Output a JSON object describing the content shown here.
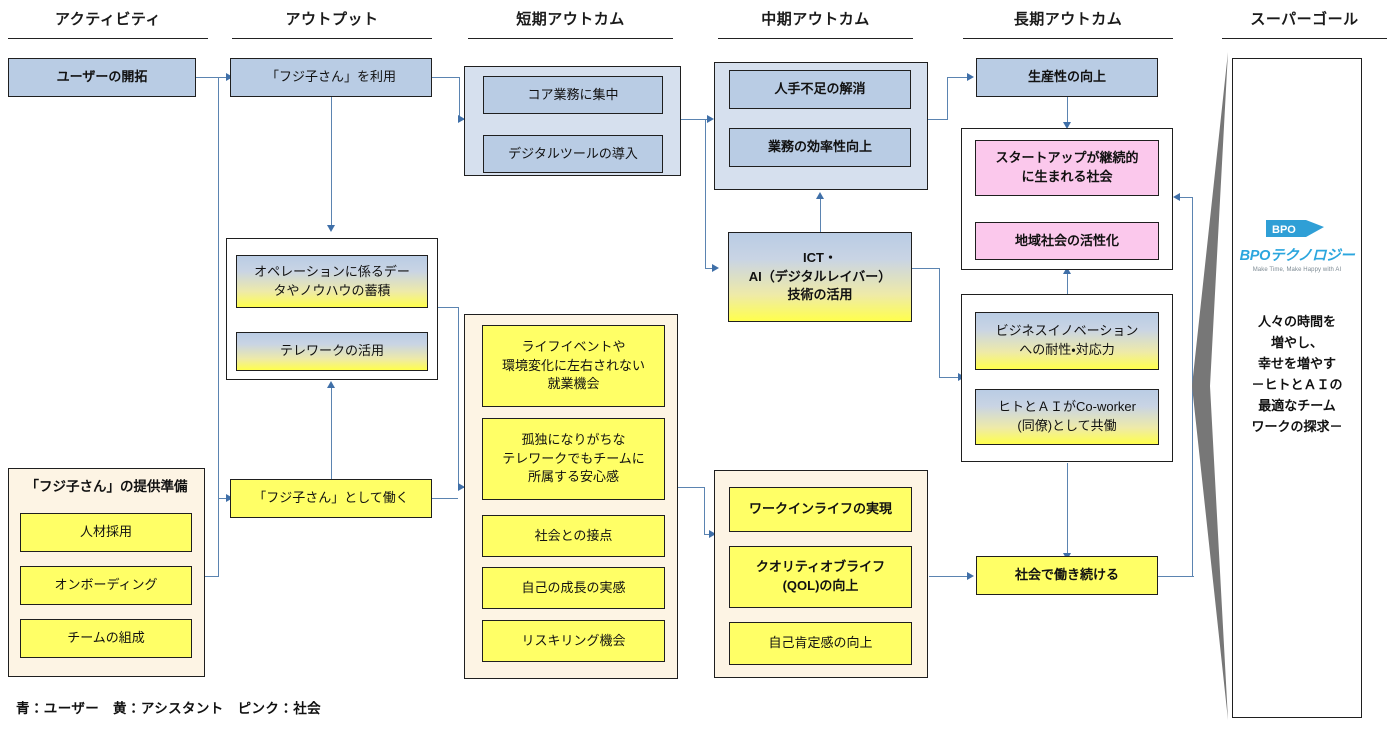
{
  "columns": [
    {
      "id": "activity",
      "label": "アクティビティ"
    },
    {
      "id": "output",
      "label": "アウトプット"
    },
    {
      "id": "short",
      "label": "短期アウトカム"
    },
    {
      "id": "mid",
      "label": "中期アウトカム"
    },
    {
      "id": "long",
      "label": "長期アウトカム"
    },
    {
      "id": "super",
      "label": "スーパーゴール"
    }
  ],
  "nodes": {
    "user_acquisition": "ユーザーの開拓",
    "fujiko_use": "「フジ子さん」を利用",
    "core_focus": "コア業務に集中",
    "digital_tools": "デジタルツールの導入",
    "ops_data": "オペレーションに係るデータやノウハウの蓄積",
    "telework": "テレワークの活用",
    "fujiko_prep_title": "「フジ子さん」の提供準備",
    "recruit": "人材採用",
    "onboarding": "オンボーディング",
    "team_build": "チームの組成",
    "work_as_fujiko": "「フジ子さん」として働く",
    "life_event": "ライフイベントや環境変化に左右されない就業機会",
    "lonely_telework": "孤独になりがちなテレワークでもチームに所属する安心感",
    "society_contact": "社会との接点",
    "self_growth": "自己の成長の実感",
    "reskilling": "リスキリング機会",
    "labor_shortage": "人手不足の解消",
    "work_efficiency": "業務の効率性向上",
    "ict_ai": "ICT・AI（デジタルレイバー）技術の活用",
    "work_in_life": "ワークインライフの実現",
    "qol": "クオリティオブライフ（QOL）の向上",
    "self_affirmation": "自己肯定感の向上",
    "productivity": "生産性の向上",
    "startup_society": "スタートアップが継続的に生まれる社会",
    "regional": "地域社会の活性化",
    "biz_innovation": "ビジネスイノベーションへの耐性・対応力",
    "coworker": "ヒトとＡＩがCo-worker（同僚）として共働",
    "keep_working": "社会で働き続ける"
  },
  "node_lines": {
    "ops_data": [
      "オペレーションに係るデー",
      "タやノウハウの蓄積"
    ],
    "life_event": [
      "ライフイベントや",
      "環境変化に左右されない",
      "就業機会"
    ],
    "lonely_telework": [
      "孤独になりがちな",
      "テレワークでもチームに",
      "所属する安心感"
    ],
    "ict_ai": [
      "ICT・",
      "AI（デジタルレイバー）",
      "技術の活用"
    ],
    "qol": [
      "クオリティオブライフ",
      "(QOL)の向上"
    ],
    "startup_society": [
      "スタートアップが継続的",
      "に生まれる社会"
    ],
    "biz_innovation": [
      "ビジネスイノベーション",
      "への耐性・対応力"
    ],
    "coworker": [
      "ヒトとＡＩがCo-worker",
      "(同僚)として共働"
    ]
  },
  "super_goal": {
    "logo_mark": "BPO",
    "logo_name": "BPOテクノロジー",
    "logo_tagline": "Make Time, Make Happy with AI",
    "statement_lines": [
      "人々の時間を",
      "増やし、",
      "幸せを増やす",
      "－ヒトとＡＩの",
      "最適なチーム",
      "ワークの探求－"
    ]
  },
  "legend": "青：ユーザー　黄：アシスタント　ピンク：社会",
  "colors": {
    "blue": "#b9cce4",
    "yellow": "#ffff66",
    "pink": "#fbc8ec",
    "blue_group": "#d6e0ee",
    "cream_group": "#fdf4e4",
    "connector": "#5b84b1",
    "logo_blue": "#2ba6de"
  }
}
